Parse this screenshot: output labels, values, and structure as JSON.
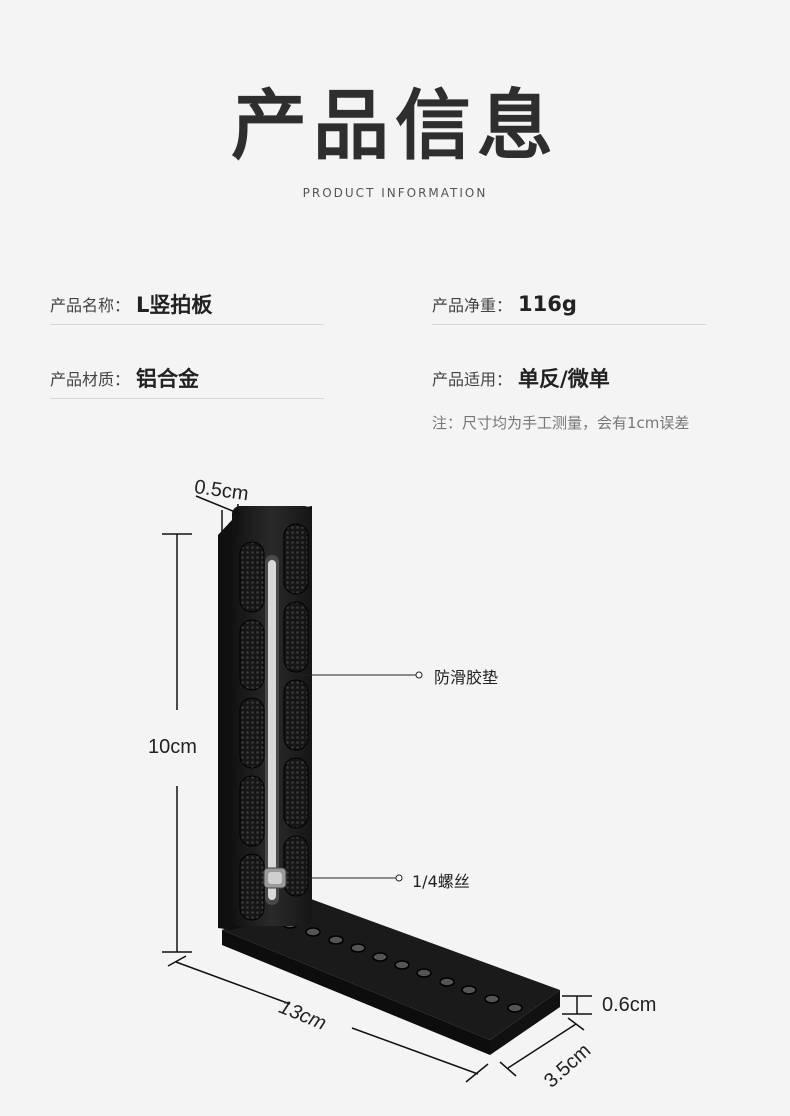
{
  "header": {
    "title": "产品信息",
    "subtitle": "PRODUCT INFORMATION"
  },
  "specs": {
    "separator": "：",
    "name": {
      "label": "产品名称",
      "value": "L竖拍板"
    },
    "weight": {
      "label": "产品净重",
      "value": "116g"
    },
    "material": {
      "label": "产品材质",
      "value": "铝合金"
    },
    "usage": {
      "label": "产品适用",
      "value": "单反/微单"
    }
  },
  "note": "注：尺寸均为手工测量，会有1cm误差",
  "dimensions": {
    "thickness": "0.5cm",
    "height": "10cm",
    "length": "13cm",
    "base_thickness": "0.6cm",
    "width": "3.5cm"
  },
  "callouts": {
    "pads": "防滑胶垫",
    "screw": "1/4螺丝"
  },
  "colors": {
    "background": "#f4f4f4",
    "product": "#1c1c1c",
    "text": "#2e2e2e"
  }
}
